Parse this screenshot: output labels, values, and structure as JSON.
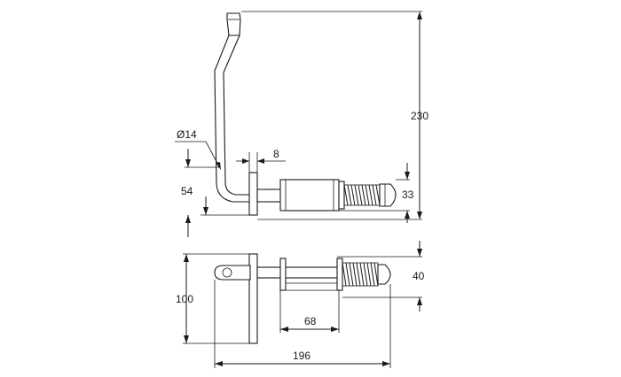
{
  "drawing": {
    "line_color": "#1a1a1a",
    "background": "#ffffff"
  },
  "dimensions": {
    "height_total": "230",
    "diameter": "Ø14",
    "plate_thickness": "8",
    "bolt_offset": "54",
    "body_height": "33",
    "spring_width": "40",
    "plate_height": "100",
    "body_length": "68",
    "overall_length": "196"
  }
}
